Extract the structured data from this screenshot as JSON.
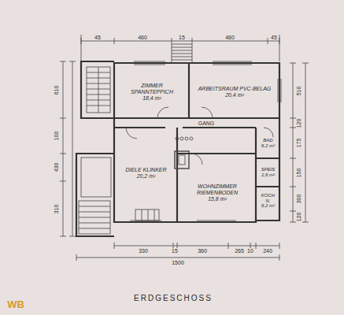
{
  "diagram": {
    "caption": "ERDGESCHOSS",
    "nodes": [
      {
        "text": [
          "ZIMMER SPANNTEPPICH",
          "18,4 m²"
        ]
      },
      {
        "text": [
          "ARBEITSRAUM PVC-BELAG",
          "20,4 m²"
        ]
      },
      {
        "text": [
          "DIELE KLINKER",
          "20,2 m²"
        ]
      },
      {
        "text": [
          "WOHNZIMMER RIEMENBODEN",
          "15,8 m²"
        ]
      },
      {
        "text": [
          "BAD",
          "6,2 m²"
        ]
      },
      {
        "text": [
          "SPEIS",
          "2,6 m²"
        ]
      },
      {
        "text": [
          "KOCHN.",
          "6,2 m²"
        ]
      }
    ],
    "labels": [
      "45",
      "460",
      "15",
      "460",
      "45",
      "610",
      "100",
      "430",
      "310",
      "510",
      "120",
      "175",
      "150",
      "300",
      "120",
      "330",
      "15",
      "360",
      "265",
      "10",
      "240",
      "1500",
      "GANG",
      "WB"
    ]
  }
}
